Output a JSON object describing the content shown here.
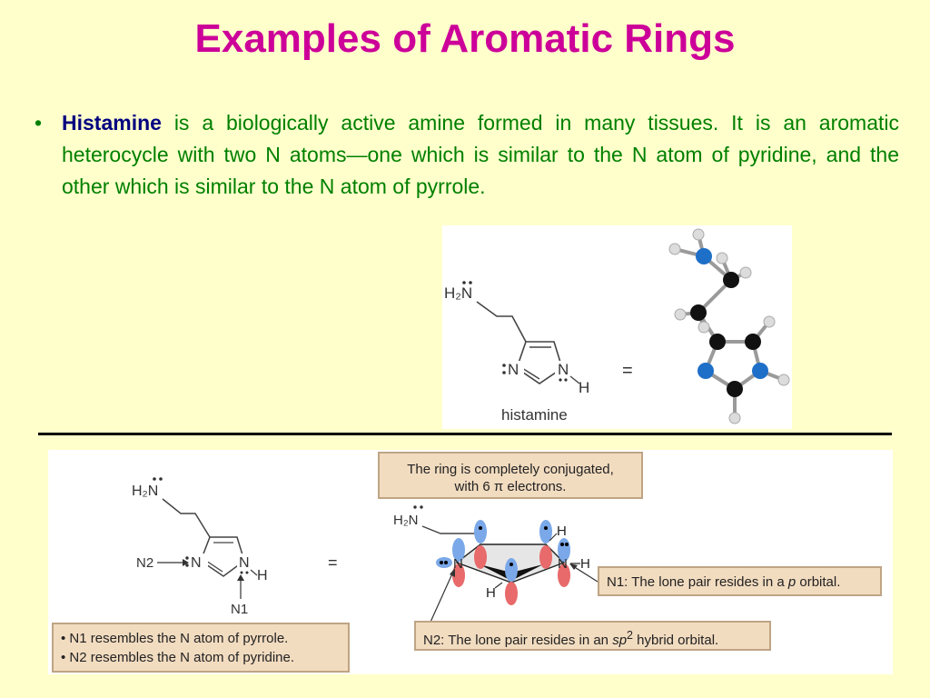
{
  "slide": {
    "title": "Examples of Aromatic Rings",
    "bullet_term": "Histamine",
    "bullet_rest": " is a biologically active amine formed in many tissues. It is an aromatic heterocycle with two N atoms—one which is similar to the N atom of pyridine, and the other which is similar to the N atom of pyrrole."
  },
  "figure1": {
    "h2n": "H₂N",
    "ring_n_left": "N",
    "ring_n_right": "N",
    "ring_h": "H",
    "equals": "=",
    "caption": "histamine"
  },
  "figure2": {
    "h2n": "H₂N",
    "ring_n_left": "N",
    "ring_n_right": "N",
    "ring_h": "H",
    "label_n2": "N2",
    "label_n1": "N1",
    "equals": "=",
    "orbital_h2n": "H₂N",
    "orbital_n_left": "N",
    "orbital_n_right": "N",
    "orbital_h_top": "H",
    "orbital_h_right": "H",
    "orbital_h_bottom": "H",
    "callout_top_line1": "The ring is completely conjugated,",
    "callout_top_line2": "with 6 π electrons.",
    "callout_n1_a": "N1: The lone pair resides in a ",
    "callout_n1_p": "p",
    "callout_n1_b": " orbital.",
    "callout_n2_a": "N2: The lone pair resides in an ",
    "callout_n2_sp": "sp",
    "callout_n2_sup": "2",
    "callout_n2_b": " hybrid orbital.",
    "note_line1": "• N1 resembles the N atom of pyrrole.",
    "note_line2": "• N2 resembles the N atom of pyridine."
  },
  "colors": {
    "title": "#cc0099",
    "bullet_text": "#008000",
    "term": "#000080",
    "background": "#ffffcc",
    "callout_fill": "#f2dcc0"
  }
}
